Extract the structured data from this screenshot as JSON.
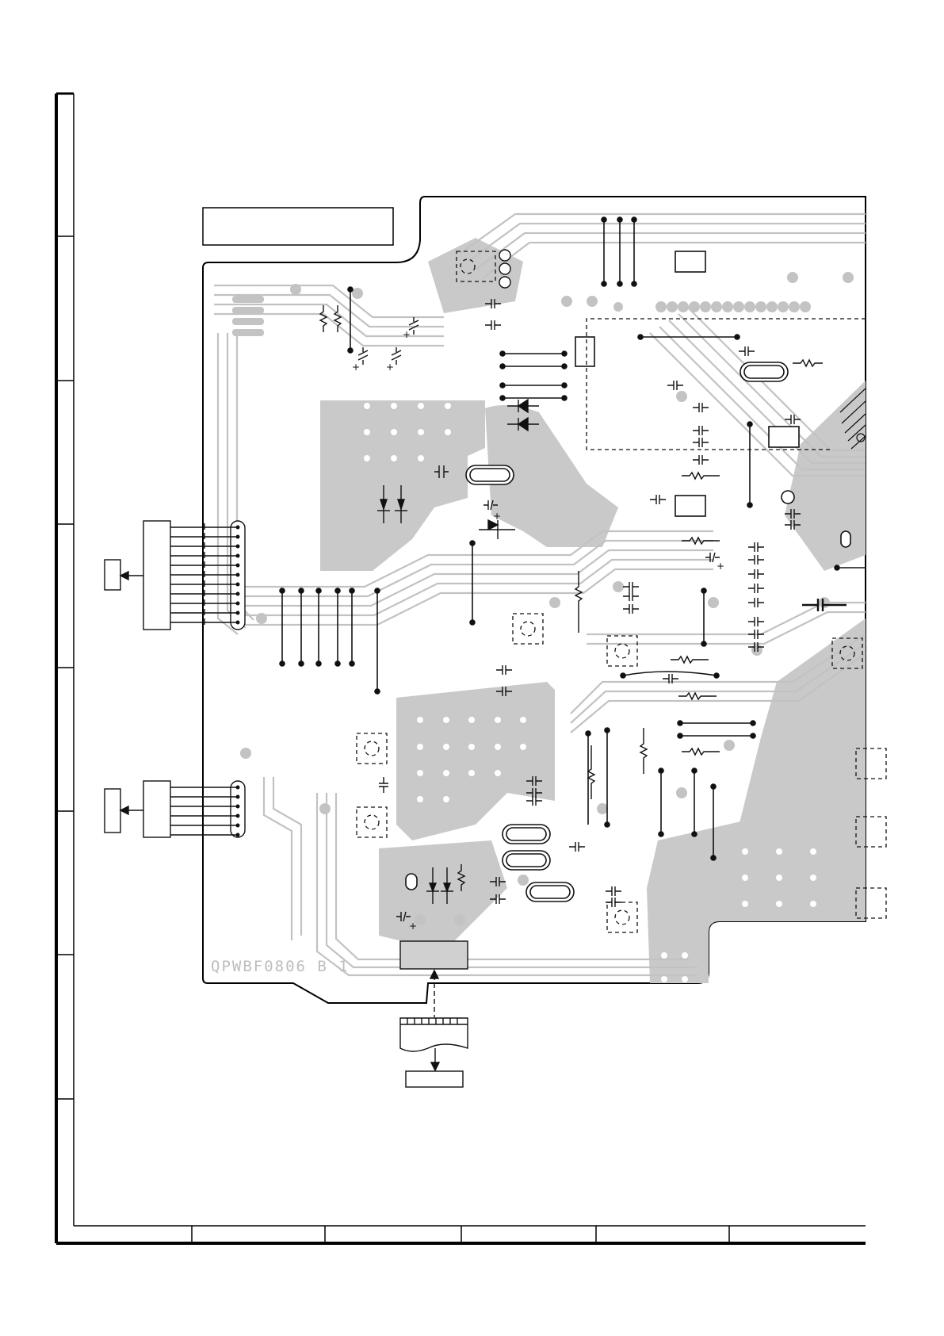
{
  "board": {
    "silkscreen_code": "QPWBF0806 B 1"
  },
  "colors": {
    "copper": "#c9c9c9",
    "copper_dark": "#b9b9b9",
    "line": "#111111",
    "frame": "#000000",
    "hole": "#ffffff"
  },
  "icons": {
    "diode": "diode-icon",
    "resistor": "resistor-icon",
    "capacitor": "capacitor-icon",
    "crystal": "crystal-icon",
    "ic": "ic-outline-icon",
    "connector": "connector-icon",
    "arrow": "arrow-icon"
  },
  "frame": {
    "row_divisions": 8,
    "column_divisions": 6
  }
}
